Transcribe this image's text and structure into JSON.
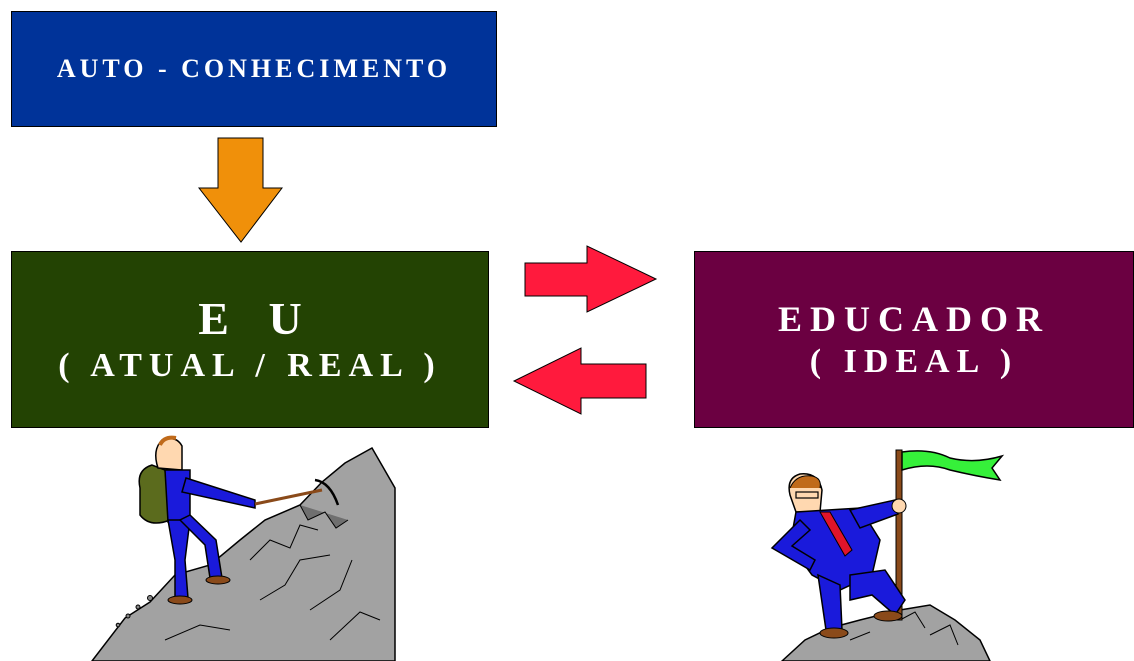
{
  "boxes": {
    "auto": {
      "label": "AUTO - CONHECIMENTO"
    },
    "eu": {
      "line1": "E U",
      "line2": "( ATUAL / REAL )"
    },
    "educador": {
      "line1": "EDUCADOR",
      "line2": "( IDEAL )"
    }
  },
  "colors": {
    "auto_box": "#003399",
    "eu_box": "#234303",
    "educador_box": "#6b0041",
    "down_arrow": "#f0900a",
    "side_arrows": "#ff1a3d"
  }
}
